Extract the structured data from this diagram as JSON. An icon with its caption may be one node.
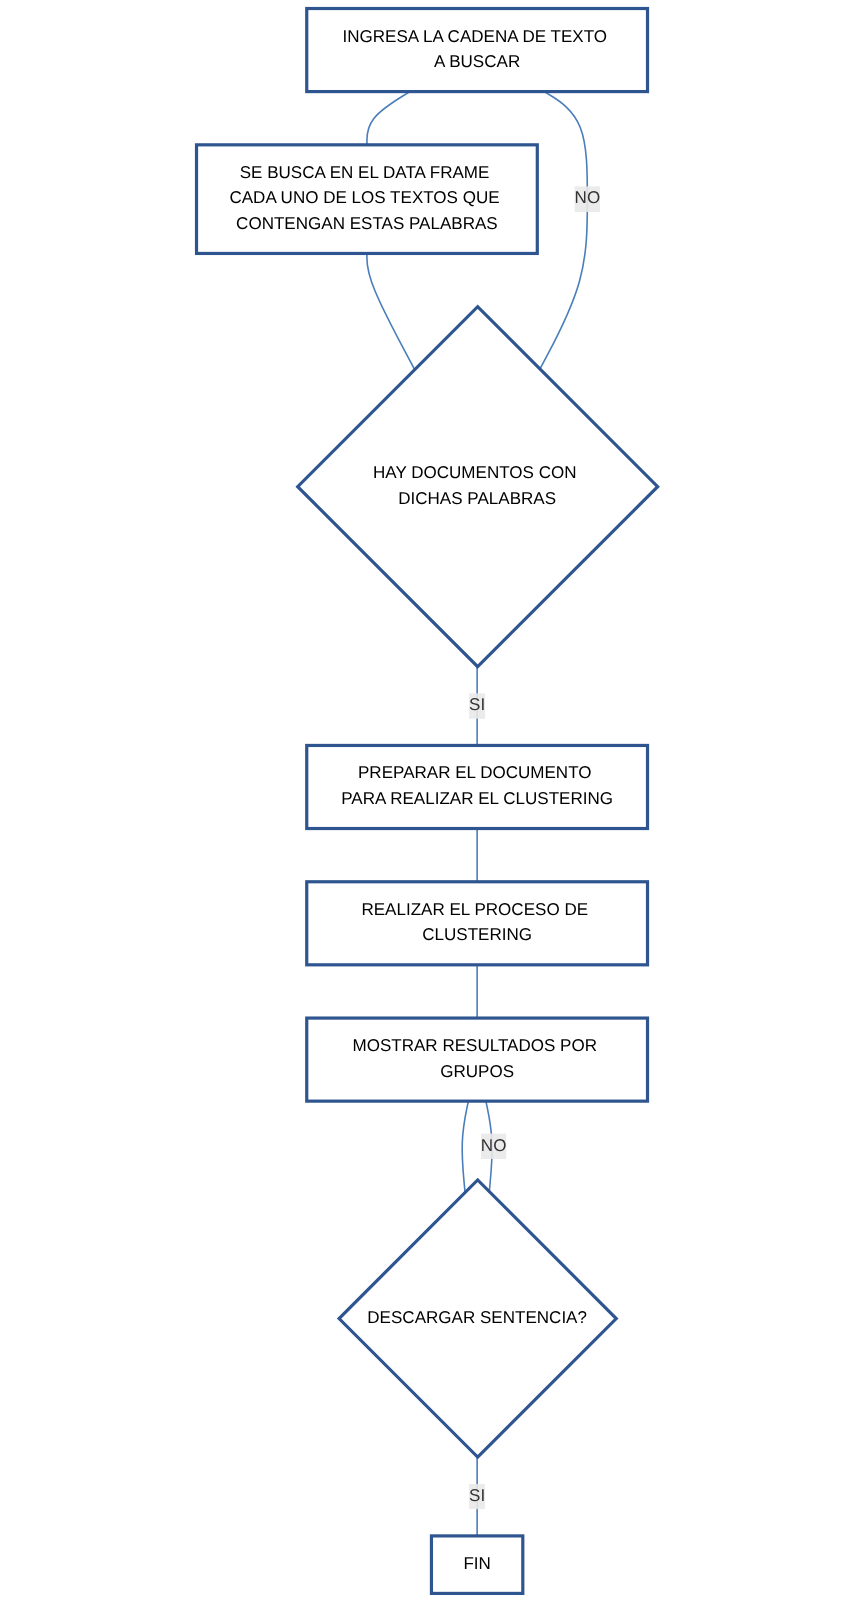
{
  "diagram": {
    "nodes": [
      {
        "text": [
          "INGRESA LA CADENA DE TEXTO A BUSCAR"
        ]
      },
      {
        "text": [
          "SE BUSCA EN EL DATA FRAME CADA UNO DE LOS TEXTOS QUE CONTENGAN ESTAS PALABRAS"
        ]
      },
      {
        "text": [
          "HAY DOCUMENTOS CON DICHAS PALABRAS"
        ]
      },
      {
        "text": [
          "PREPARAR EL DOCUMENTO PARA REALIZAR EL CLUSTERING"
        ]
      },
      {
        "text": [
          "REALIZAR EL PROCESO DE CLUSTERING"
        ]
      },
      {
        "text": [
          "MOSTRAR RESULTADOS POR GRUPOS"
        ]
      },
      {
        "text": [
          "DESCARGAR SENTENCIA?"
        ]
      },
      {
        "text": [
          "FIN"
        ]
      }
    ],
    "edges": [
      {
        "from": 0,
        "to": 1,
        "arrow": "none"
      },
      {
        "from": 1,
        "to": 2,
        "arrow": "none"
      },
      {
        "from": 2,
        "to": 0,
        "arrow": "none",
        "label": "NO"
      },
      {
        "from": 2,
        "to": 3,
        "arrow": "none",
        "label": "SI"
      },
      {
        "from": 3,
        "to": 4,
        "arrow": "none"
      },
      {
        "from": 4,
        "to": 5,
        "arrow": "none"
      },
      {
        "from": 5,
        "to": 6,
        "arrow": "none"
      },
      {
        "from": 6,
        "to": 5,
        "arrow": "none",
        "label": "NO"
      },
      {
        "from": 6,
        "to": 7,
        "arrow": "none",
        "label": "SI"
      }
    ]
  }
}
